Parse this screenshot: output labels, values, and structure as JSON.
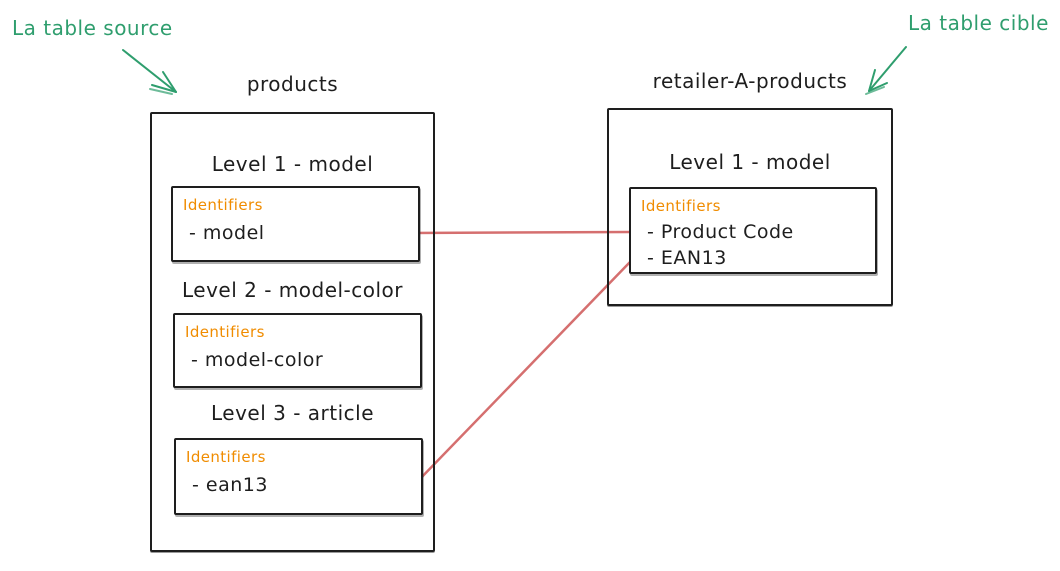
{
  "annotations": {
    "source_label": "La table source",
    "target_label": "La table cible"
  },
  "source_table": {
    "title": "products",
    "levels": [
      {
        "label": "Level 1 - model",
        "identifiers_title": "Identifiers",
        "identifiers": [
          "- model"
        ]
      },
      {
        "label": "Level 2 - model-color",
        "identifiers_title": "Identifiers",
        "identifiers": [
          "- model-color"
        ]
      },
      {
        "label": "Level 3 - article",
        "identifiers_title": "Identifiers",
        "identifiers": [
          "- ean13"
        ]
      }
    ]
  },
  "target_table": {
    "title": "retailer-A-products",
    "levels": [
      {
        "label": "Level 1 - model",
        "identifiers_title": "Identifiers",
        "identifiers": [
          "- Product Code",
          "- EAN13"
        ]
      }
    ]
  },
  "connections": [
    {
      "from": "products / Level 1 identifiers (- model)",
      "to": "retailer-A-products / Level 1 identifiers"
    },
    {
      "from": "products / Level 3 identifiers (- ean13)",
      "to": "retailer-A-products / Level 1 identifiers"
    }
  ],
  "colors": {
    "ink": "#1e1e1e",
    "annotation_green": "#2f9e6e",
    "identifier_orange": "#f08c00",
    "connector_red": "#d56f6f",
    "background": "#ffffff"
  }
}
